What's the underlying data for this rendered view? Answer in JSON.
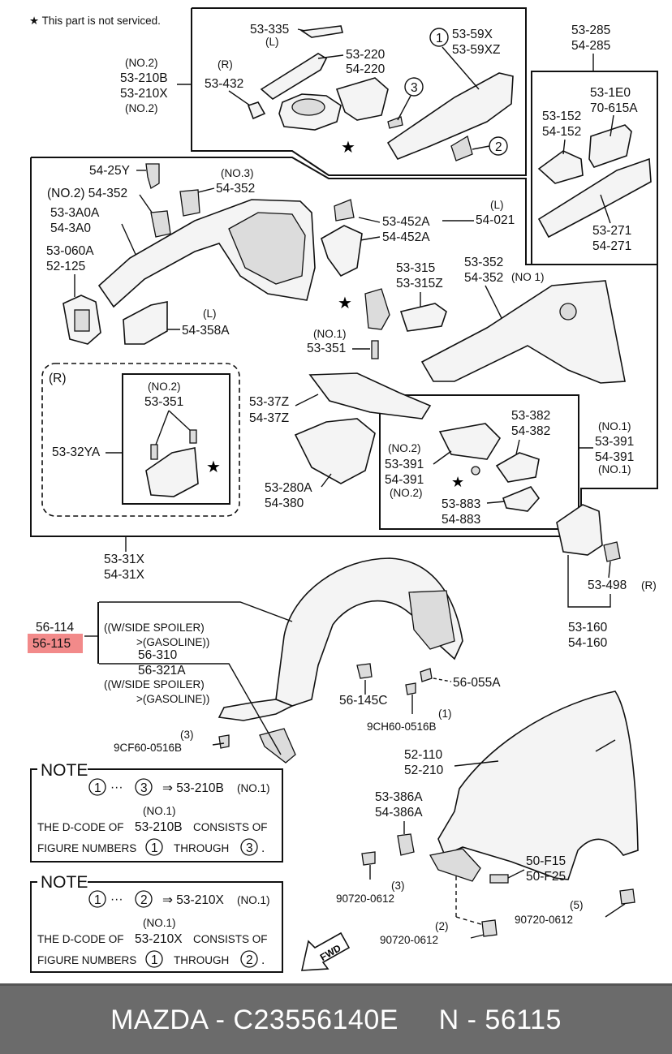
{
  "legend": "★ This part is not serviced.",
  "parts": {
    "p53335": "53-335",
    "p53335_side": "(L)",
    "p53220": "53-220",
    "p54220": "54-220",
    "p53432_side": "(R)",
    "p53432": "53-432",
    "no2_a": "(NO.2)",
    "p53210B": "53-210B",
    "p53210X": "53-210X",
    "no2_b": "(NO.2)",
    "c1": "1",
    "p5359X": "53-59X",
    "p5359XZ": "53-59XZ",
    "c3": "3",
    "c2": "2",
    "p53285": "53-285",
    "p54285": "54-285",
    "p531E0": "53-1E0",
    "p70615A": "70-615A",
    "p53152": "53-152",
    "p54152": "54-152",
    "p53271": "53-271",
    "p54271": "54-271",
    "p5425Y": "54-25Y",
    "no3": "(NO.3)",
    "p54352a": "54-352",
    "p54352b_pre": "(NO.2) 54-352",
    "p533A0A": "53-3A0A",
    "p543A0": "54-3A0",
    "p53060A": "53-060A",
    "p52125": "52-125",
    "side_L1": "(L)",
    "p54358A": "54-358A",
    "side_L2": "(L)",
    "p53452A": "53-452A",
    "p54452A": "54-452A",
    "p54021": "54-021",
    "p53315": "53-315",
    "p53315Z": "53-315Z",
    "p53352": "53-352",
    "p54352c": "54-352",
    "no1_a": "(NO 1)",
    "no1_b": "(NO.1)",
    "p53351a": "53-351",
    "side_R": "(R)",
    "no2_c": "(NO.2)",
    "p53351b": "53-351",
    "p5332YA": "53-32YA",
    "p5337Z": "53-37Z",
    "p5437Z": "54-37Z",
    "p53280A": "53-280A",
    "p54380": "54-380",
    "p53382": "53-382",
    "p54382": "54-382",
    "no1_c": "(NO.1)",
    "p53391a": "53-391",
    "p54391a": "54-391",
    "no1_d": "(NO.1)",
    "no2_d": "(NO.2)",
    "p53391b": "53-391",
    "p54391b": "54-391",
    "no2_e": "(NO.2)",
    "p53883": "53-883",
    "p54883": "54-883",
    "p5331X": "53-31X",
    "p5431X": "54-31X",
    "p53498": "53-498",
    "p53498_side": "(R)",
    "p53160": "53-160",
    "p54160": "54-160",
    "p56114": "56-114",
    "p56115": "56-115",
    "spoiler1": "((W/SIDE SPOILER)",
    "gas1": ">(GASOLINE))",
    "p56310": "56-310",
    "p56321A": "56-321A",
    "spoiler2": "((W/SIDE SPOILER)",
    "gas2": ">(GASOLINE))",
    "p56055A": "56-055A",
    "p56145C": "56-145C",
    "q1": "(1)",
    "p9CH60": "9CH60-0516B",
    "q3a": "(3)",
    "p9CF60": "9CF60-0516B",
    "p52110": "52-110",
    "p52210": "52-210",
    "p53386A": "53-386A",
    "p54386A": "54-386A",
    "q3b": "(3)",
    "p90720a": "90720-0612",
    "p50F15": "50-F15",
    "p50F25": "50-F25",
    "q5": "(5)",
    "p90720b": "90720-0612",
    "q2": "(2)",
    "p90720c": "90720-0612",
    "fwd": "FWD"
  },
  "notes": [
    {
      "title": "NOTE",
      "c_from": "1",
      "c_to": "3",
      "code": "⇒  53-210B",
      "code_no": "(NO.1)",
      "no": "(NO.1)",
      "line1_a": "THE D-CODE OF",
      "line1_code": "53-210B",
      "line1_b": "CONSISTS OF",
      "line2_a": "FIGURE NUMBERS",
      "line2_n1": "1",
      "line2_mid": "THROUGH",
      "line2_n2": "3",
      "dot": "."
    },
    {
      "title": "NOTE",
      "c_from": "1",
      "c_to": "2",
      "code": "⇒  53-210X",
      "code_no": "(NO.1)",
      "no": "(NO.1)",
      "line1_a": "THE D-CODE OF",
      "line1_code": "53-210X",
      "line1_b": "CONSISTS OF",
      "line2_a": "FIGURE NUMBERS",
      "line2_n1": "1",
      "line2_mid": "THROUGH",
      "line2_n2": "2",
      "dot": "."
    }
  ],
  "colors": {
    "highlight": "#f28a8a",
    "footer_bg": "#6b6b6b"
  },
  "footer": "MAZDA - C23556140E     N - 56115"
}
